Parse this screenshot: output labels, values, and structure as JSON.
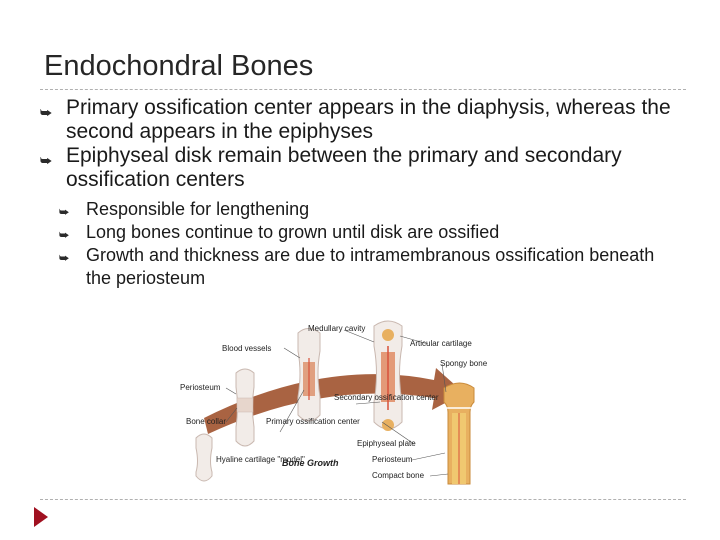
{
  "slide": {
    "title": "Endochondral Bones",
    "bullets": [
      "Primary ossification center appears in the diaphysis, whereas the second appears in the epiphyses",
      "Epiphyseal disk remain between the primary and secondary ossification centers"
    ],
    "sub_bullets": [
      "Responsible for lengthening",
      "Long bones continue to grown until disk are ossified",
      "Growth and thickness are due to intramembranous ossification beneath the periosteum"
    ]
  },
  "figure": {
    "caption": "Bone Growth",
    "labels": {
      "medullary_cavity": "Medullary cavity",
      "articular_cartilage": "Articular cartilage",
      "blood_vessels": "Blood vessels",
      "spongy_bone": "Spongy bone",
      "periosteum_left": "Periosteum",
      "secondary_center": "Secondary ossification center",
      "bone_collar": "Bone collar",
      "primary_center": "Primary ossification center",
      "epiphyseal_plate": "Epiphyseal plate",
      "hyaline_model": "Hyaline cartilage \"model\"",
      "periosteum_right": "Periosteum",
      "compact_bone": "Compact bone"
    }
  },
  "colors": {
    "arrow": "#a0522d",
    "bone": "#f2ece8",
    "bone_outline": "#c9b8b0",
    "marrow": "#d8523a",
    "spongy": "#e8b060",
    "nav_arrow": "#a01020"
  },
  "icons": {
    "bullet": "arrow-bullet-icon",
    "nav": "next-slide-icon"
  }
}
